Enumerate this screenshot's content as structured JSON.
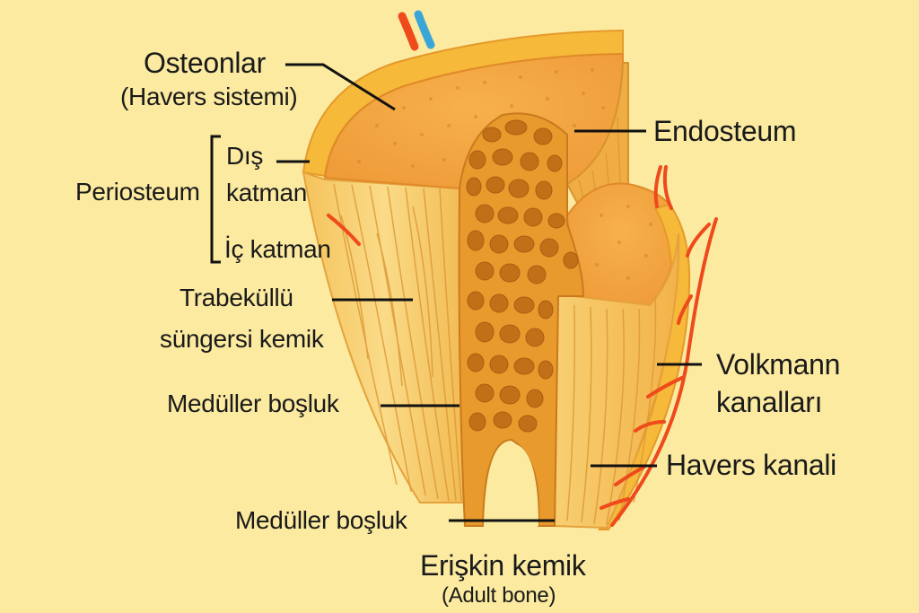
{
  "labels": {
    "osteons": "Osteonlar",
    "haversian_system": "(Havers sistemi)",
    "outer_layer_1": "Dış",
    "outer_layer_2": "katman",
    "periosteum": "Periosteum",
    "inner_layer": "İç katman",
    "trabecular_1": "Trabeküllü",
    "trabecular_2": "süngersi kemik",
    "medullary_cavity_1": "Medüller boşluk",
    "endosteum": "Endosteum",
    "volkmann_1": "Volkmann",
    "volkmann_2": "kanalları",
    "havers_canal": "Havers kanali",
    "medullary_cavity_2": "Medüller boşluk",
    "adult_bone": "Erişkin kemik",
    "adult_bone_en": "(Adult bone)"
  },
  "colors": {
    "background": "#fbeaa0",
    "periosteum_outer": "#f6b93a",
    "bone_top": "#f3a43f",
    "compact_bone": "#f9d77e",
    "spongy_bone": "#e99a2c",
    "vessel_red": "#ee4a1c",
    "vessel_blue": "#3aa6d8"
  }
}
